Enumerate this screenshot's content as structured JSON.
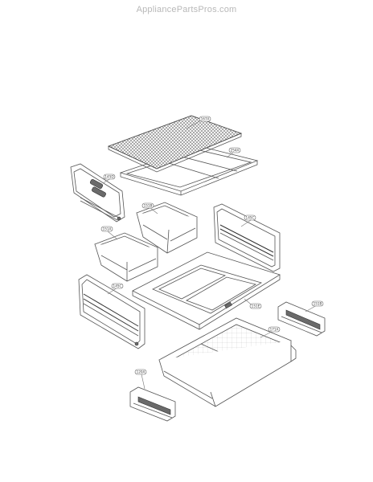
{
  "watermark": "AppliancePartsPros.com",
  "callouts": [
    {
      "id": "glass-shelf",
      "label": "167A"
    },
    {
      "id": "shelf-frame",
      "label": "254A"
    },
    {
      "id": "left-cover",
      "label": "145D"
    },
    {
      "id": "crisper-upper",
      "label": "151B"
    },
    {
      "id": "right-rail",
      "label": "145C"
    },
    {
      "id": "crisper-lower",
      "label": "151A"
    },
    {
      "id": "left-rail",
      "label": "145C"
    },
    {
      "id": "crisper-cover",
      "label": "151E"
    },
    {
      "id": "slide-right",
      "label": "151B"
    },
    {
      "id": "drawer",
      "label": "171A"
    },
    {
      "id": "slide-left",
      "label": "120A"
    }
  ]
}
